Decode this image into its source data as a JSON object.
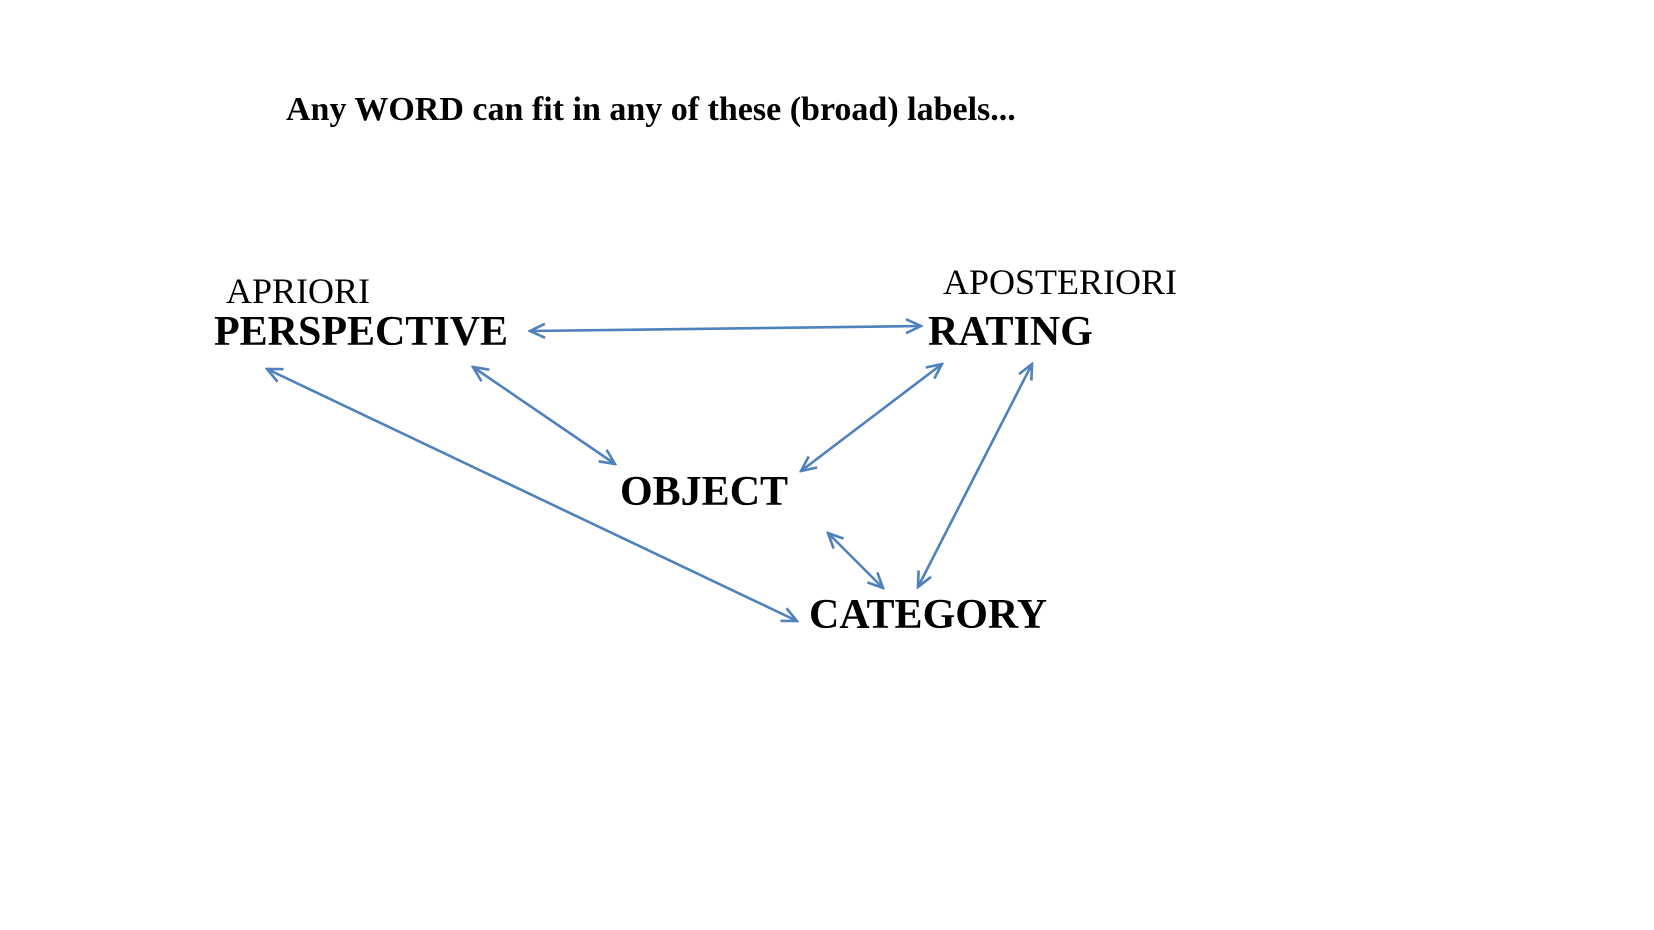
{
  "title": "Any WORD can fit in any of these (broad) labels...",
  "diagram": {
    "arrow_color": "#4f81bd",
    "nodes": [
      {
        "id": "perspective",
        "sublabel": "APRIORI",
        "label": "PERSPECTIVE"
      },
      {
        "id": "rating",
        "sublabel": "APOSTERIORI",
        "label": "RATING"
      },
      {
        "id": "object",
        "sublabel": "",
        "label": "OBJECT"
      },
      {
        "id": "category",
        "sublabel": "",
        "label": "CATEGORY"
      }
    ],
    "edges": [
      {
        "from": "PERSPECTIVE",
        "to": "RATING",
        "style": "double-arrow"
      },
      {
        "from": "PERSPECTIVE",
        "to": "OBJECT",
        "style": "double-arrow"
      },
      {
        "from": "OBJECT",
        "to": "RATING",
        "style": "double-arrow"
      },
      {
        "from": "PERSPECTIVE",
        "to": "CATEGORY",
        "style": "double-arrow"
      },
      {
        "from": "OBJECT",
        "to": "CATEGORY",
        "style": "double-arrow"
      },
      {
        "from": "CATEGORY",
        "to": "RATING",
        "style": "double-arrow"
      }
    ]
  }
}
